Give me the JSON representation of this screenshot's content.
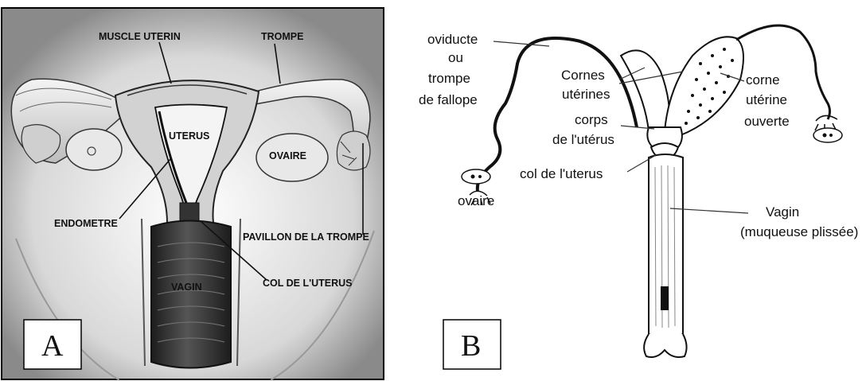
{
  "panel_a": {
    "letter": "A",
    "labels": {
      "muscle_uterin": "MUSCLE UTERIN",
      "trompe": "TROMPE",
      "uterus": "UTERUS",
      "ovaire": "OVAIRE",
      "endometre": "ENDOMETRE",
      "pavillon": "PAVILLON DE LA TROMPE",
      "col": "COL DE L'UTERUS",
      "vagin": "VAGIN"
    }
  },
  "panel_b": {
    "letter": "B",
    "labels": {
      "oviducte": "oviducte",
      "ou": "ou",
      "trompe": "trompe",
      "de_fallope": "de fallope",
      "cornes": "Cornes",
      "uterines": "utérines",
      "corps": "corps",
      "de_luterus": "de l'utérus",
      "col": "col de l'uterus",
      "ovaire": "ovaire",
      "corne": "corne",
      "uterine": "utérine",
      "ouverte": "ouverte",
      "vagin": "Vagin",
      "muqueuse": "(muqueuse plissée)"
    }
  }
}
